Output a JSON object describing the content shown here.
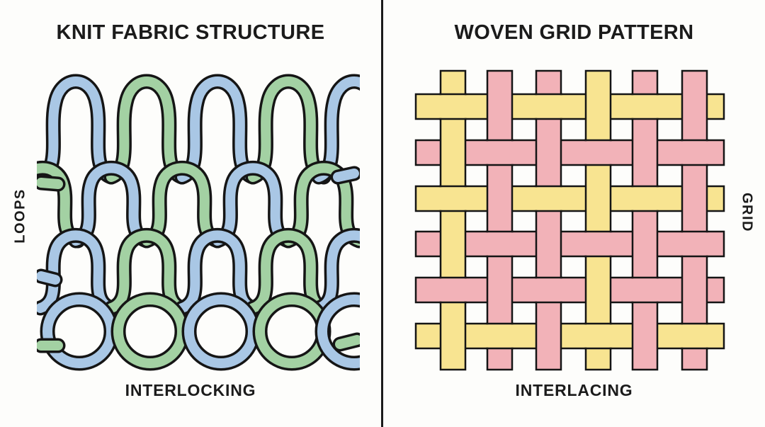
{
  "background": "#FDFDFB",
  "text_color": "#1b1b1b",
  "divider_color": "#1b1b1b",
  "left_panel": {
    "title": "KNIT FABRIC STRUCTURE",
    "side_label": "LOOPS",
    "caption": "INTERLOCKING",
    "diagram": {
      "type": "knit-loops",
      "outline": "#151515",
      "yarn_colors": {
        "blue": "#A9C7E5",
        "green": "#A3D1A3"
      },
      "rows": [
        {
          "kind": "loops",
          "colors": [
            "blue",
            "green",
            "blue",
            "green",
            "blue"
          ]
        },
        {
          "kind": "loops",
          "colors": [
            "green",
            "blue",
            "green",
            "blue",
            "green"
          ]
        },
        {
          "kind": "loops",
          "colors": [
            "blue",
            "green",
            "blue",
            "green",
            "blue"
          ]
        },
        {
          "kind": "rings",
          "colors": [
            "blue",
            "green",
            "blue",
            "green",
            "blue"
          ]
        }
      ],
      "edge_stubs": [
        {
          "side": "left",
          "color": "green"
        },
        {
          "side": "right",
          "color": "blue"
        },
        {
          "side": "left",
          "color": "blue"
        },
        {
          "side": "left",
          "color": "green"
        },
        {
          "side": "right",
          "color": "green"
        }
      ]
    }
  },
  "right_panel": {
    "title": "WOVEN GRID PATTERN",
    "side_label": "GRID",
    "caption": "INTERLACING",
    "diagram": {
      "type": "plain-weave",
      "outline": "#151515",
      "strip_colors": {
        "yellow": "#F8E491",
        "pink": "#F2B2B8"
      },
      "warp_count": 6,
      "weft_count": 6,
      "warp_colors": [
        "yellow",
        "pink",
        "pink",
        "yellow",
        "pink",
        "pink"
      ],
      "weft_colors": [
        "yellow",
        "pink",
        "yellow",
        "pink",
        "pink",
        "yellow"
      ],
      "weave_rule": "vertical-over-when-row-plus-col-odd"
    }
  }
}
